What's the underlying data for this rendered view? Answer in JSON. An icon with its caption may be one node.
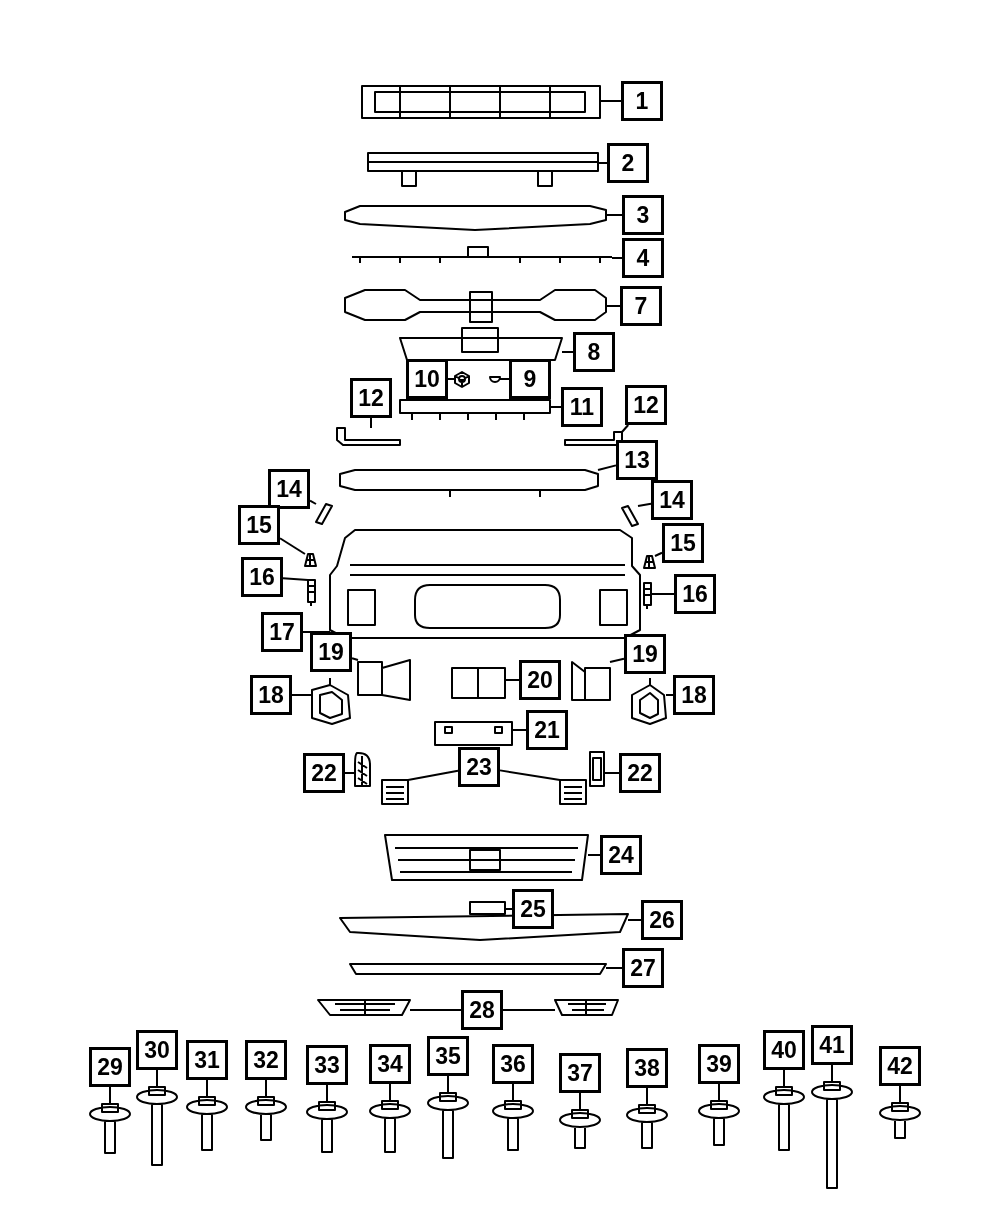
{
  "diagram": {
    "nodes": [
      {
        "text": [
          "1"
        ]
      },
      {
        "text": [
          "2"
        ]
      },
      {
        "text": [
          "3"
        ]
      },
      {
        "text": [
          "4"
        ]
      },
      {
        "text": [
          "7"
        ]
      },
      {
        "text": [
          "8"
        ]
      },
      {
        "text": [
          "10"
        ]
      },
      {
        "text": [
          "9"
        ]
      },
      {
        "text": [
          "12"
        ]
      },
      {
        "text": [
          "11"
        ]
      },
      {
        "text": [
          "12"
        ]
      },
      {
        "text": [
          "13"
        ]
      },
      {
        "text": [
          "14"
        ]
      },
      {
        "text": [
          "14"
        ]
      },
      {
        "text": [
          "15"
        ]
      },
      {
        "text": [
          "15"
        ]
      },
      {
        "text": [
          "16"
        ]
      },
      {
        "text": [
          "16"
        ]
      },
      {
        "text": [
          "17"
        ]
      },
      {
        "text": [
          "19"
        ]
      },
      {
        "text": [
          "19"
        ]
      },
      {
        "text": [
          "18"
        ]
      },
      {
        "text": [
          "20"
        ]
      },
      {
        "text": [
          "18"
        ]
      },
      {
        "text": [
          "21"
        ]
      },
      {
        "text": [
          "22"
        ]
      },
      {
        "text": [
          "23"
        ]
      },
      {
        "text": [
          "22"
        ]
      },
      {
        "text": [
          "24"
        ]
      },
      {
        "text": [
          "25"
        ]
      },
      {
        "text": [
          "26"
        ]
      },
      {
        "text": [
          "27"
        ]
      },
      {
        "text": [
          "28"
        ]
      },
      {
        "text": [
          "29"
        ]
      },
      {
        "text": [
          "30"
        ]
      },
      {
        "text": [
          "31"
        ]
      },
      {
        "text": [
          "32"
        ]
      },
      {
        "text": [
          "33"
        ]
      },
      {
        "text": [
          "34"
        ]
      },
      {
        "text": [
          "35"
        ]
      },
      {
        "text": [
          "36"
        ]
      },
      {
        "text": [
          "37"
        ]
      },
      {
        "text": [
          "38"
        ]
      },
      {
        "text": [
          "39"
        ]
      },
      {
        "text": [
          "40"
        ]
      },
      {
        "text": [
          "41"
        ]
      },
      {
        "text": [
          "42"
        ]
      },
      {
        "text": [],
        "shape": "picture"
      },
      {
        "text": [],
        "shape": "picture"
      },
      {
        "text": [],
        "shape": "picture"
      },
      {
        "text": [],
        "shape": "picture"
      },
      {
        "text": [],
        "shape": "picture"
      },
      {
        "text": [],
        "shape": "picture"
      },
      {
        "text": [],
        "shape": "picture"
      },
      {
        "text": [],
        "shape": "picture"
      },
      {
        "text": [],
        "shape": "picture"
      },
      {
        "text": [],
        "shape": "picture"
      },
      {
        "text": [],
        "shape": "picture"
      },
      {
        "text": [],
        "shape": "picture"
      },
      {
        "text": [],
        "shape": "picture"
      },
      {
        "text": [],
        "shape": "picture"
      },
      {
        "text": [],
        "shape": "picture"
      },
      {
        "text": [],
        "shape": "picture"
      },
      {
        "text": [],
        "shape": "picture"
      },
      {
        "text": [],
        "shape": "picture"
      },
      {
        "text": [],
        "shape": "picture"
      },
      {
        "text": [],
        "shape": "picture"
      },
      {
        "text": [],
        "shape": "picture"
      },
      {
        "text": [],
        "shape": "picture"
      },
      {
        "text": [],
        "shape": "picture"
      },
      {
        "text": [],
        "shape": "picture"
      },
      {
        "text": [],
        "shape": "picture"
      },
      {
        "text": [],
        "shape": "picture"
      },
      {
        "text": [],
        "shape": "picture"
      },
      {
        "text": [],
        "shape": "picture"
      },
      {
        "text": [],
        "shape": "picture"
      },
      {
        "text": [],
        "shape": "picture"
      },
      {
        "text": [],
        "shape": "picture"
      },
      {
        "text": [],
        "shape": "picture"
      },
      {
        "text": [],
        "shape": "picture"
      },
      {
        "text": [],
        "shape": "picture"
      },
      {
        "text": [],
        "shape": "picture"
      },
      {
        "text": [],
        "shape": "picture"
      },
      {
        "text": [],
        "shape": "picture"
      },
      {
        "text": [],
        "shape": "picture"
      },
      {
        "text": [],
        "shape": "picture"
      },
      {
        "text": [],
        "shape": "picture"
      },
      {
        "text": [],
        "shape": "picture"
      },
      {
        "text": [],
        "shape": "picture"
      },
      {
        "text": [],
        "shape": "picture"
      },
      {
        "text": [],
        "shape": "picture"
      },
      {
        "text": [],
        "shape": "picture"
      },
      {
        "text": [],
        "shape": "picture"
      },
      {
        "text": [],
        "shape": "picture"
      },
      {
        "text": [],
        "shape": "picture"
      },
      {
        "text": [],
        "shape": "picture"
      }
    ],
    "edges": [
      {
        "from": 0,
        "to": 47,
        "arrow": "none"
      },
      {
        "from": 1,
        "to": 48,
        "arrow": "none"
      },
      {
        "from": 2,
        "to": 49,
        "arrow": "none"
      },
      {
        "from": 3,
        "to": 50,
        "arrow": "none"
      },
      {
        "from": 4,
        "to": 51,
        "arrow": "none"
      },
      {
        "from": 5,
        "to": 52,
        "arrow": "none"
      },
      {
        "from": 6,
        "to": 53,
        "arrow": "none"
      },
      {
        "from": 7,
        "to": 54,
        "arrow": "none"
      },
      {
        "from": 8,
        "to": 55,
        "arrow": "none"
      },
      {
        "from": 9,
        "to": 56,
        "arrow": "none"
      },
      {
        "from": 10,
        "to": 57,
        "arrow": "none"
      },
      {
        "from": 11,
        "to": 58,
        "arrow": "none"
      },
      {
        "from": 12,
        "to": 59,
        "arrow": "none"
      },
      {
        "from": 13,
        "to": 60,
        "arrow": "none"
      },
      {
        "from": 14,
        "to": 61,
        "arrow": "none"
      },
      {
        "from": 15,
        "to": 62,
        "arrow": "none"
      },
      {
        "from": 16,
        "to": 63,
        "arrow": "none"
      },
      {
        "from": 17,
        "to": 64,
        "arrow": "none"
      },
      {
        "from": 18,
        "to": 65,
        "arrow": "none"
      },
      {
        "from": 19,
        "to": 66,
        "arrow": "none"
      },
      {
        "from": 20,
        "to": 67,
        "arrow": "none"
      },
      {
        "from": 21,
        "to": 68,
        "arrow": "none"
      },
      {
        "from": 22,
        "to": 69,
        "arrow": "none"
      },
      {
        "from": 23,
        "to": 70,
        "arrow": "none"
      },
      {
        "from": 24,
        "to": 71,
        "arrow": "none"
      },
      {
        "from": 25,
        "to": 72,
        "arrow": "none"
      },
      {
        "from": 26,
        "to": 73,
        "arrow": "none"
      },
      {
        "from": 26,
        "to": 74,
        "arrow": "none"
      },
      {
        "from": 27,
        "to": 75,
        "arrow": "none"
      },
      {
        "from": 28,
        "to": 76,
        "arrow": "none"
      },
      {
        "from": 29,
        "to": 77,
        "arrow": "none"
      },
      {
        "from": 30,
        "to": 78,
        "arrow": "none"
      },
      {
        "from": 31,
        "to": 79,
        "arrow": "none"
      },
      {
        "from": 32,
        "to": 80,
        "arrow": "none"
      },
      {
        "from": 32,
        "to": 81,
        "arrow": "none"
      },
      {
        "from": 33,
        "to": 82,
        "arrow": "none"
      },
      {
        "from": 34,
        "to": 83,
        "arrow": "none"
      },
      {
        "from": 35,
        "to": 84,
        "arrow": "none"
      },
      {
        "from": 36,
        "to": 85,
        "arrow": "none"
      },
      {
        "from": 37,
        "to": 86,
        "arrow": "none"
      },
      {
        "from": 38,
        "to": 87,
        "arrow": "none"
      },
      {
        "from": 39,
        "to": 88,
        "arrow": "none"
      },
      {
        "from": 40,
        "to": 89,
        "arrow": "none"
      },
      {
        "from": 41,
        "to": 90,
        "arrow": "none"
      },
      {
        "from": 42,
        "to": 91,
        "arrow": "none"
      },
      {
        "from": 43,
        "to": 92,
        "arrow": "none"
      },
      {
        "from": 44,
        "to": 93,
        "arrow": "none"
      },
      {
        "from": 45,
        "to": 94,
        "arrow": "none"
      },
      {
        "from": 46,
        "to": 95,
        "arrow": "none"
      }
    ]
  }
}
